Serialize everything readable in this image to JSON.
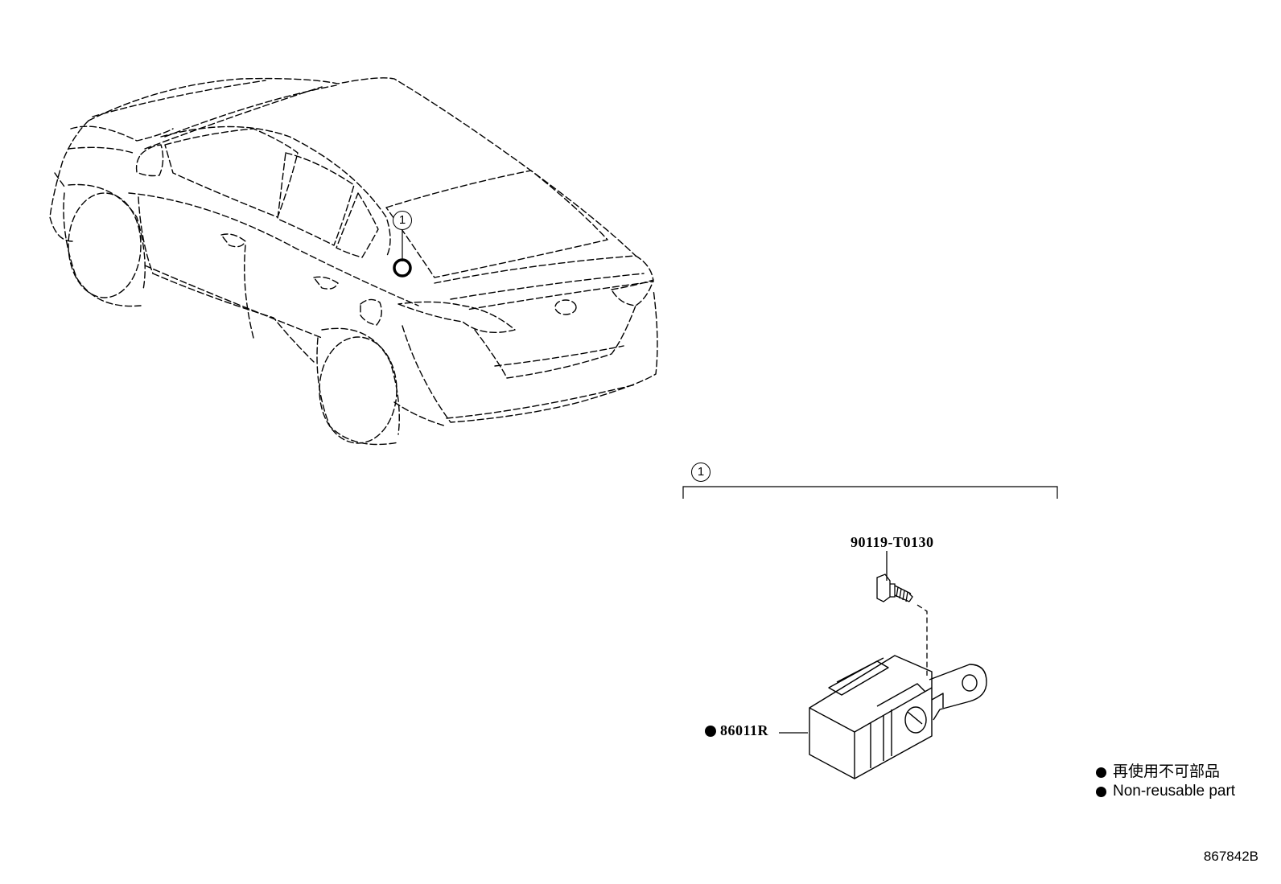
{
  "callouts": {
    "on_vehicle": "1",
    "group": "1"
  },
  "parts": [
    {
      "id": "bolt",
      "part_number": "90119-T0130"
    },
    {
      "id": "module",
      "part_number": "86011R",
      "non_reusable": true
    }
  ],
  "legend": {
    "non_reusable_jp": "再使用不可部品",
    "non_reusable_en": "Non-reusable part"
  },
  "reference_id": "867842B"
}
